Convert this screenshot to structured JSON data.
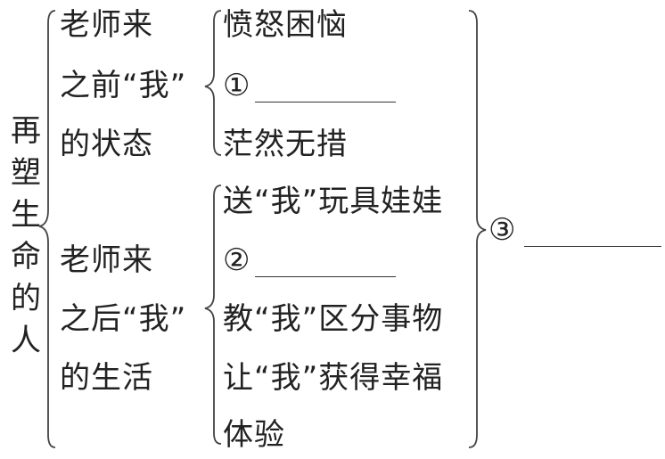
{
  "title": "再塑生命的人",
  "before": {
    "label": [
      "老师来",
      "之前“我”",
      "的状态"
    ],
    "items": [
      "愤怒困恼",
      "①",
      "茫然无措"
    ]
  },
  "after": {
    "label": [
      "老师来",
      "之后“我”",
      "的生活"
    ],
    "items": [
      "送“我”玩具娃娃",
      "②",
      "教“我”区分事物",
      "让“我”获得幸福",
      "体验"
    ]
  },
  "result": "③"
}
